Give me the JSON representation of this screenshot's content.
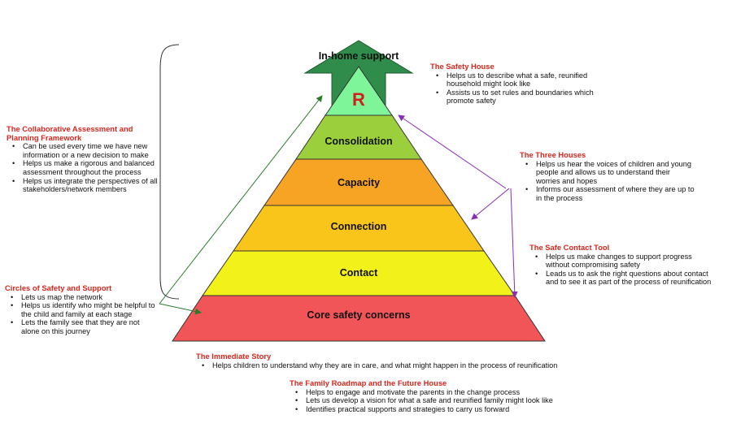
{
  "pyramid": {
    "top_label": "In-home support",
    "r_label": "R",
    "tiers": [
      {
        "label": "Consolidation",
        "color": "#9bcf3c"
      },
      {
        "label": "Capacity",
        "color": "#f7a323"
      },
      {
        "label": "Connection",
        "color": "#f9c51b"
      },
      {
        "label": "Contact",
        "color": "#f3f11a"
      },
      {
        "label": "Core safety concerns",
        "color": "#f25557"
      }
    ],
    "top_color": "#7ff59a",
    "arrow_color": "#2f8c4a"
  },
  "notes": {
    "collaborative": {
      "title_1": "The Collaborative Assessment and",
      "title_2": "Planning Framework",
      "items": [
        "Can be used every time we have new information or a new decision to make",
        "Helps us make a rigorous and balanced assessment throughout the process",
        "Helps us integrate the perspectives of all stakeholders/network members"
      ]
    },
    "circles": {
      "title": "Circles of Safety and Support",
      "items": [
        "Lets us map the network",
        "Helps us identify who might be helpful to the child and family at each stage",
        "Lets the family see that they are not alone on this journey"
      ]
    },
    "safety_house": {
      "title": "The Safety House",
      "items": [
        "Helps us to describe what a safe, reunified household might look like",
        "Assists us to set rules and boundaries which promote safety"
      ]
    },
    "three_houses": {
      "title": "The Three Houses",
      "items": [
        "Helps us hear the voices of children and young people and allows us to understand their worries and hopes",
        "Informs our assessment of where they are up to in the process"
      ]
    },
    "safe_contact": {
      "title": "The Safe Contact Tool",
      "items": [
        "Helps us make changes to support progress without compromising safety",
        "Leads us to ask the right questions about contact and to see it as part of the process of reunification"
      ]
    },
    "immediate_story": {
      "title": "The Immediate Story",
      "items": [
        "Helps children to understand why they are in care, and what might happen in the process of reunification"
      ]
    },
    "family_roadmap": {
      "title": "The Family Roadmap and the Future House",
      "items": [
        "Helps to engage and motivate the parents in the change process",
        "Lets us develop a vision for what a safe and reunified family might look like",
        "Identifies practical supports and strategies to carry us forward"
      ]
    }
  }
}
